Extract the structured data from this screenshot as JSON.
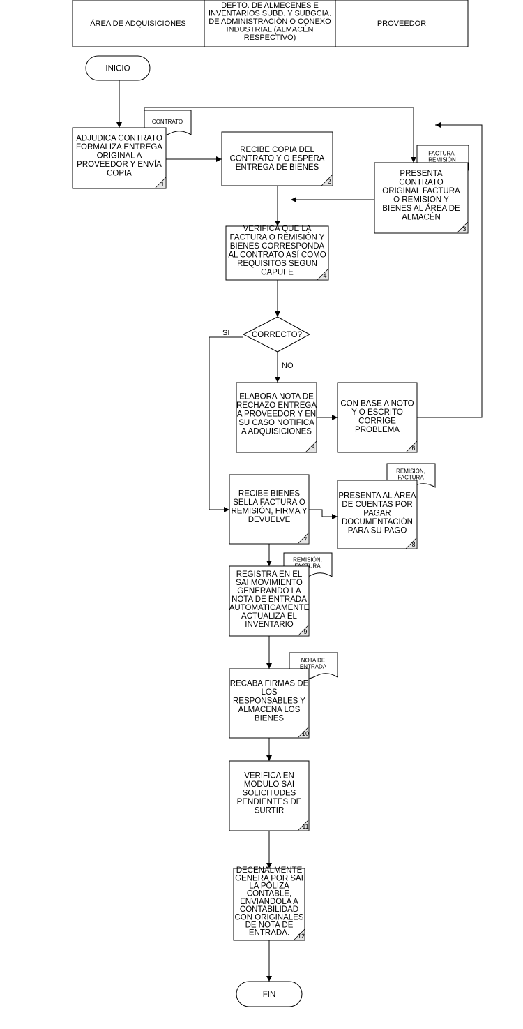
{
  "lanes": [
    {
      "id": "lane-adquisiciones",
      "lines": [
        "ÁREA DE ADQUISICIONES"
      ]
    },
    {
      "id": "lane-almacen",
      "lines": [
        "DEPTO. DE ALMECENES E",
        "INVENTARIOS SUBD. Y SUBGCIA.",
        "DE ADMINISTRACIÓN O CONEXO",
        "INDUSTRIAL (ALMACÉN",
        "RESPECTIVO)"
      ]
    },
    {
      "id": "lane-proveedor",
      "lines": [
        "PROVEEDOR"
      ]
    }
  ],
  "terminals": {
    "start": "INICIO",
    "end": "FIN"
  },
  "steps": [
    {
      "number": "1",
      "lines": [
        "ADJUDICA CONTRATO",
        "FORMALIZA ENTREGA",
        "ORIGINAL A",
        "PROVEEDOR Y ENVÍA",
        "COPIA"
      ]
    },
    {
      "number": "2",
      "lines": [
        "RECIBE COPIA DEL",
        "CONTRATO Y O ESPERA",
        "ENTREGA DE BIENES"
      ]
    },
    {
      "number": "3",
      "lines": [
        "PRESENTA",
        "CONTRATO",
        "ORIGINAL FACTURA",
        "O REMISIÓN Y",
        "BIENES AL ÁREA DE",
        "ALMACÉN"
      ]
    },
    {
      "number": "4",
      "lines": [
        "VERIFICA QUE LA",
        "FACTURA O REMISIÓN Y",
        "BIENES CORRESPONDA",
        "AL CONTRATO ASÍ COMO",
        "REQUISITOS SEGUN",
        "CAPUFE"
      ]
    },
    {
      "number": "5",
      "lines": [
        "ELABORA NOTA DE",
        "RECHAZO ENTREGA",
        "A PROVEEDOR Y EN",
        "SU CASO NOTIFICA",
        "A ADQUISICIONES"
      ]
    },
    {
      "number": "6",
      "lines": [
        "CON BASE A NOTO",
        "Y O ESCRITO",
        "CORRIGE",
        "PROBLEMA"
      ]
    },
    {
      "number": "7",
      "lines": [
        "RECIBE BIENES",
        "SELLA FACTURA O",
        "REMISIÓN, FIRMA Y",
        "DEVUELVE"
      ]
    },
    {
      "number": "8",
      "lines": [
        "PRESENTA AL ÁREA",
        "DE CUENTAS POR",
        "PAGAR",
        "DOCUMENTACIÓN",
        "PARA SU PAGO"
      ]
    },
    {
      "number": "9",
      "lines": [
        "REGISTRA EN EL",
        "SAI MOVIMIENTO",
        "GENERANDO LA",
        "NOTA DE ENTRADA",
        "AUTOMATICAMENTE",
        "ACTUALIZA EL",
        "INVENTARIO"
      ]
    },
    {
      "number": "10",
      "lines": [
        "RECABA FIRMAS DE",
        "LOS",
        "RESPONSABLES Y",
        "ALMACENA LOS",
        "BIENES"
      ]
    },
    {
      "number": "11",
      "lines": [
        "VERIFICA EN",
        "MODULO SAI",
        "SOLICITUDES",
        "PENDIENTES DE",
        "SURTIR"
      ]
    },
    {
      "number": "12",
      "lines": [
        "DECENALMENTE",
        "GENERA POR SAI",
        "LA PÓLIZA",
        "CONTABLE,",
        "ENVIANDOLA A",
        "CONTABILIDAD",
        "CON ORIGINALES",
        "DE NOTA DE",
        "ENTRADA."
      ]
    }
  ],
  "decision": {
    "question": "CORRECTO?",
    "yes_label": "SI",
    "no_label": "NO"
  },
  "documents": [
    {
      "id": "doc-contrato",
      "lines": [
        "CONTRATO"
      ]
    },
    {
      "id": "doc-factura-remision",
      "lines": [
        "FACTURA,",
        "REMISIÓN"
      ]
    },
    {
      "id": "doc-remision-factura-8",
      "lines": [
        "REMISIÓN,",
        "FACTURA"
      ]
    },
    {
      "id": "doc-remision-factura-9",
      "lines": [
        "REMISIÓN,",
        "FACTURA"
      ]
    },
    {
      "id": "doc-nota-entrada",
      "lines": [
        "NOTA DE",
        "ENTRADA"
      ]
    }
  ]
}
